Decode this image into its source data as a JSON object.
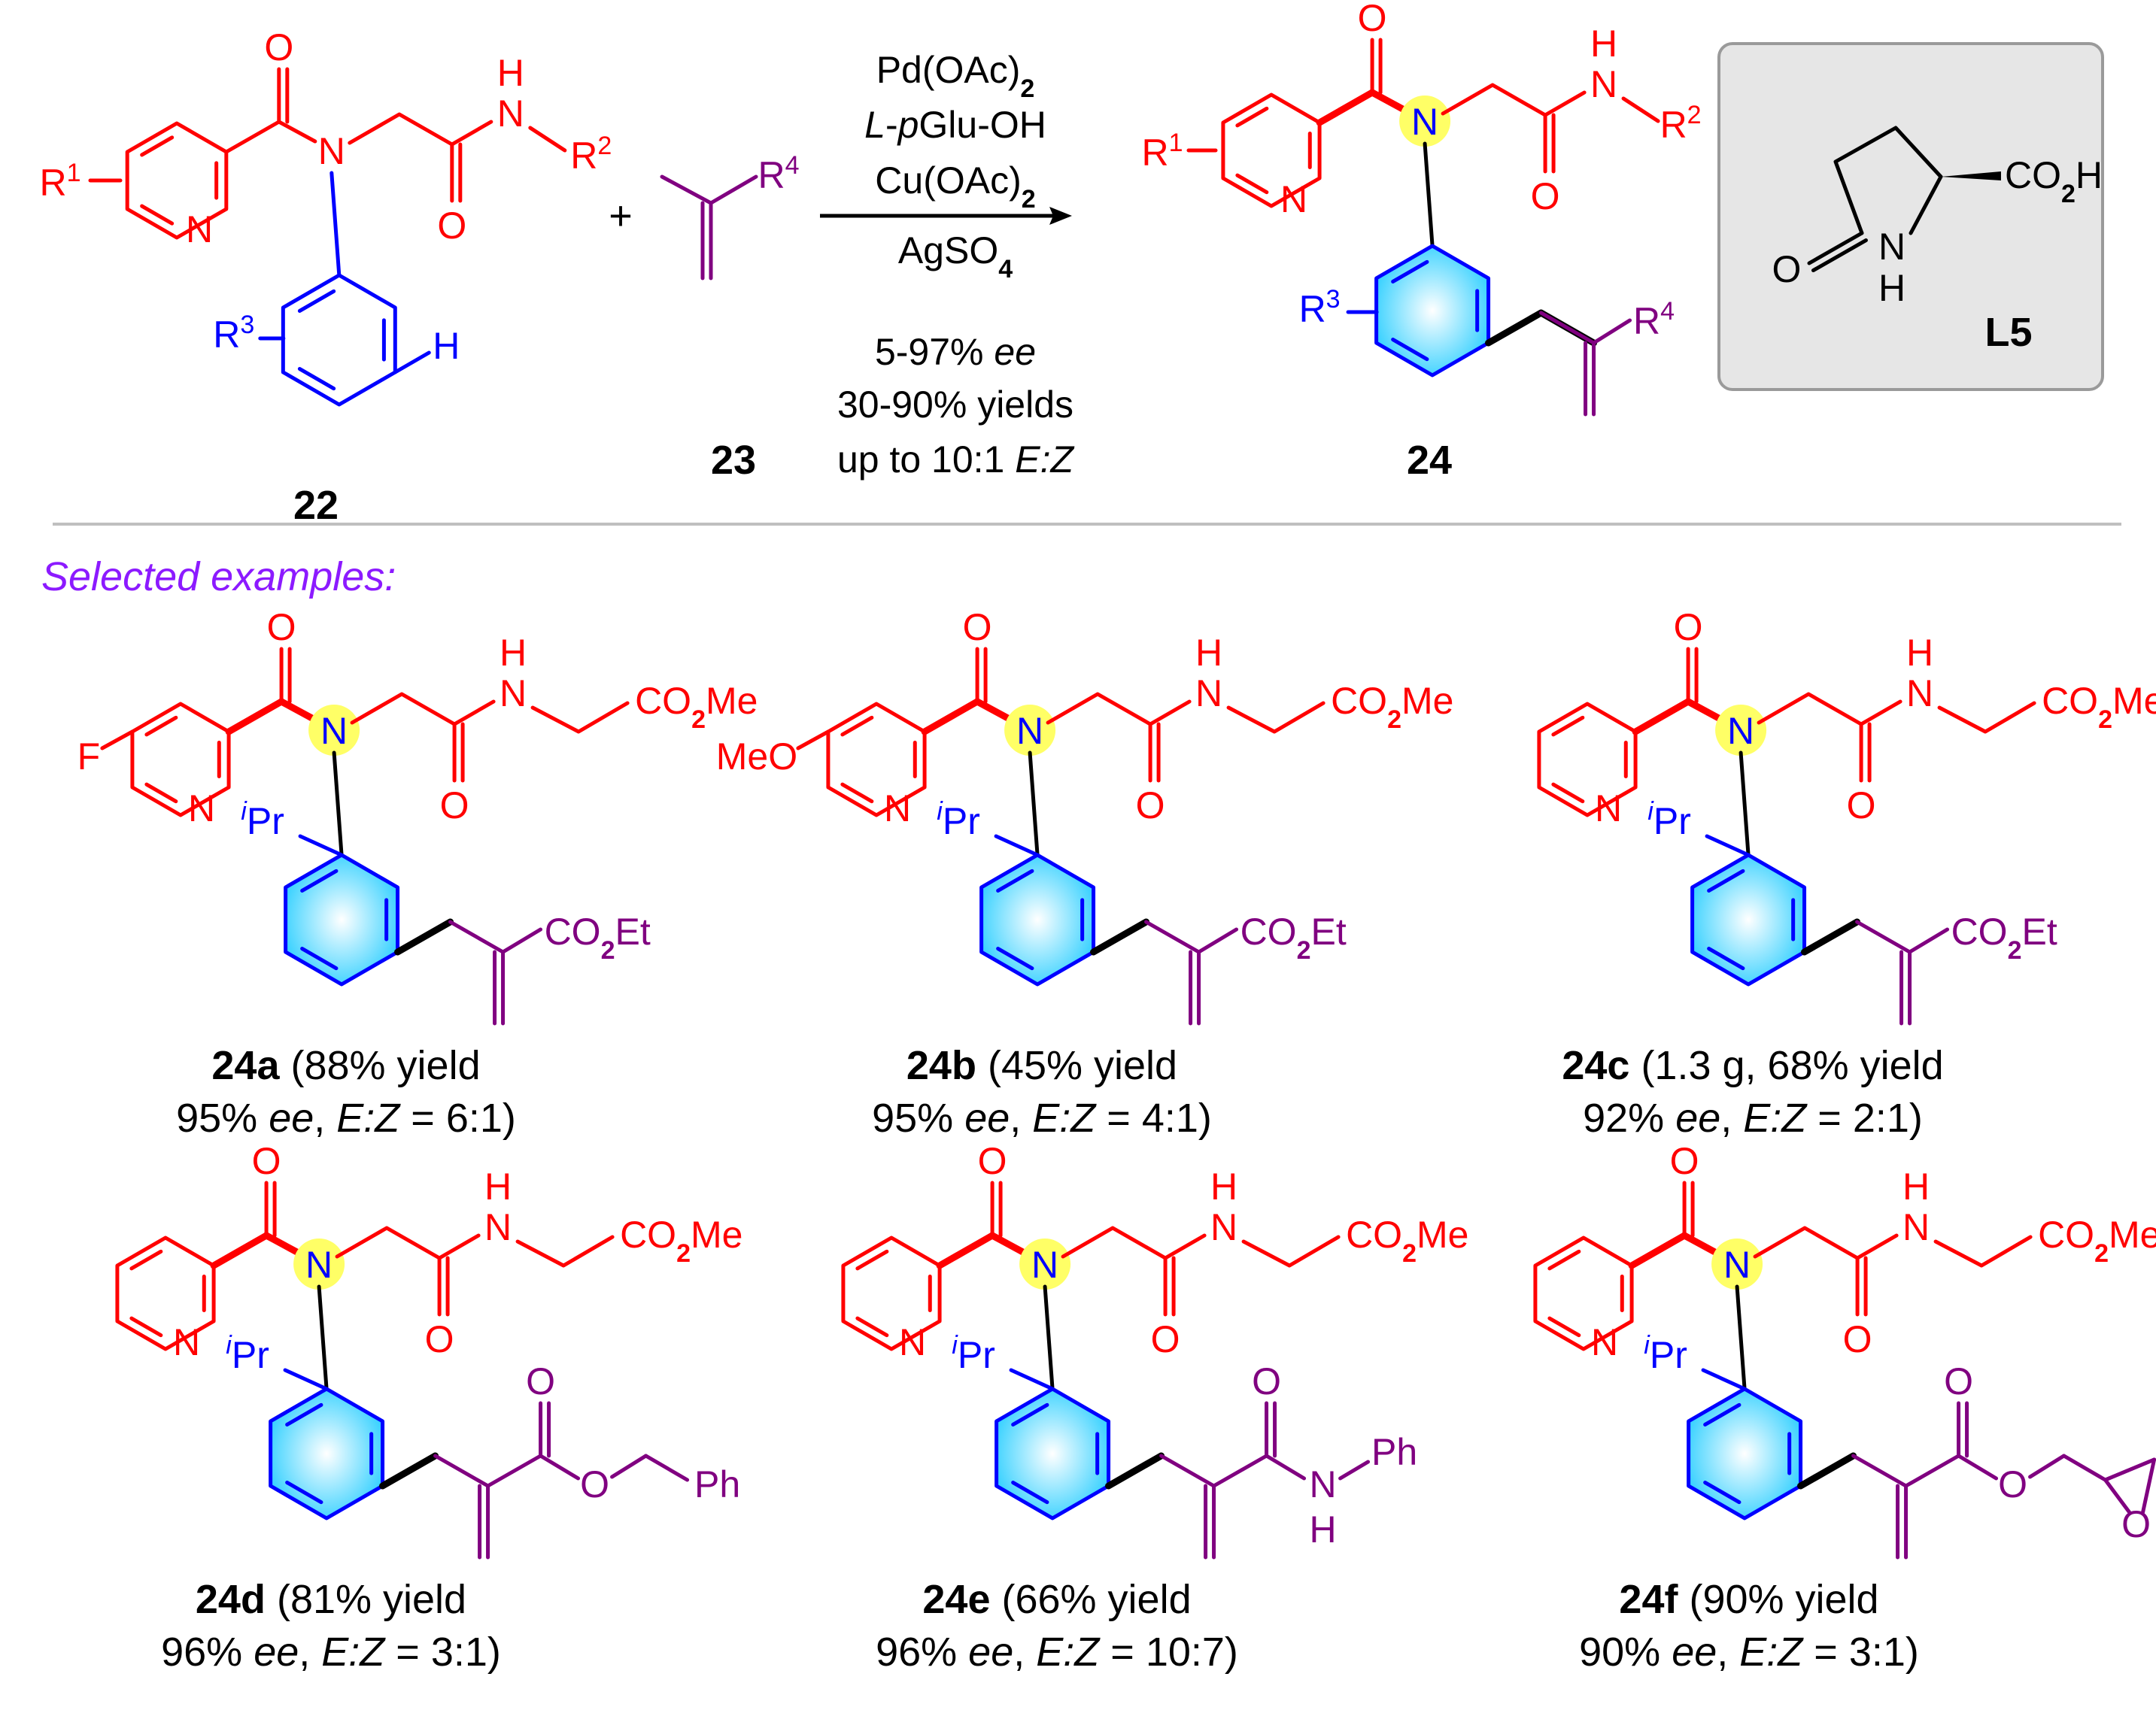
{
  "colors": {
    "red": "#ff0000",
    "blue": "#0000ff",
    "purple": "#800080",
    "black": "#000000",
    "yellow": "#ffff66",
    "cyan": "#22ccff",
    "panel_fill": "#e6e6e6",
    "divider": "#bfbfbf",
    "selected_label": "#8c1aff"
  },
  "header": {
    "compound_22": "22",
    "compound_23": "23",
    "compound_24": "24",
    "plus": "+",
    "conditions": {
      "pd_pre": "Pd(OAc)",
      "pd_sub": "2",
      "ligand_L": "L",
      "ligand_mid": "-",
      "ligand_p": "p",
      "ligand_rest": "Glu-OH",
      "cu_pre": "Cu(OAc)",
      "cu_sub": "2",
      "ag_pre": "AgSO",
      "ag_sub": "4",
      "ee_pre": "5-97% ",
      "ee_it": "ee",
      "yields": "30-90% yields",
      "ez_pre": "up to 10:1 ",
      "ez_it": "E:Z"
    },
    "ligand_box": {
      "label": "L5",
      "co2h_pre": "CO",
      "co2h_sub": "2",
      "co2h_post": "H",
      "nh_n": "N",
      "nh_h": "H",
      "o": "O"
    }
  },
  "selected_label": "Selected examples:",
  "examples": [
    {
      "id": "24a",
      "line1_rest": " (88% yield",
      "line2_pre": "95% ",
      "line2_ee": "ee",
      "line2_mid": ", ",
      "line2_ez": "E:Z",
      "line2_post": " = 6:1)"
    },
    {
      "id": "24b",
      "line1_rest": " (45% yield",
      "line2_pre": "95% ",
      "line2_ee": "ee",
      "line2_mid": ", ",
      "line2_ez": "E:Z",
      "line2_post": " = 4:1)"
    },
    {
      "id": "24c",
      "line1_rest": " (1.3 g, 68% yield",
      "line2_pre": "92% ",
      "line2_ee": "ee",
      "line2_mid": ", ",
      "line2_ez": "E:Z",
      "line2_post": " = 2:1)"
    },
    {
      "id": "24d",
      "line1_rest": " (81% yield",
      "line2_pre": "96% ",
      "line2_ee": "ee",
      "line2_mid": ", ",
      "line2_ez": "E:Z",
      "line2_post": " = 3:1)"
    },
    {
      "id": "24e",
      "line1_rest": " (66% yield",
      "line2_pre": "96% ",
      "line2_ee": "ee",
      "line2_mid": ", ",
      "line2_ez": "E:Z",
      "line2_post": " = 10:7)"
    },
    {
      "id": "24f",
      "line1_rest": " (90% yield",
      "line2_pre": "90% ",
      "line2_ee": "ee",
      "line2_mid": ", ",
      "line2_ez": "E:Z",
      "line2_post": " = 3:1)"
    }
  ],
  "atoms": {
    "O": "O",
    "N": "N",
    "H": "H",
    "F": "F",
    "MeO": "MeO",
    "Pr": "Pr",
    "i": "i",
    "CO2Me_pre": "CO",
    "CO2Me_sub": "2",
    "CO2Me_post": "Me",
    "CO2Et_pre": "CO",
    "CO2Et_sub": "2",
    "CO2Et_post": "Et",
    "Ph": "Ph",
    "R": "R",
    "sup1": "1",
    "sup2": "2",
    "sup3": "3",
    "sup4": "4"
  }
}
